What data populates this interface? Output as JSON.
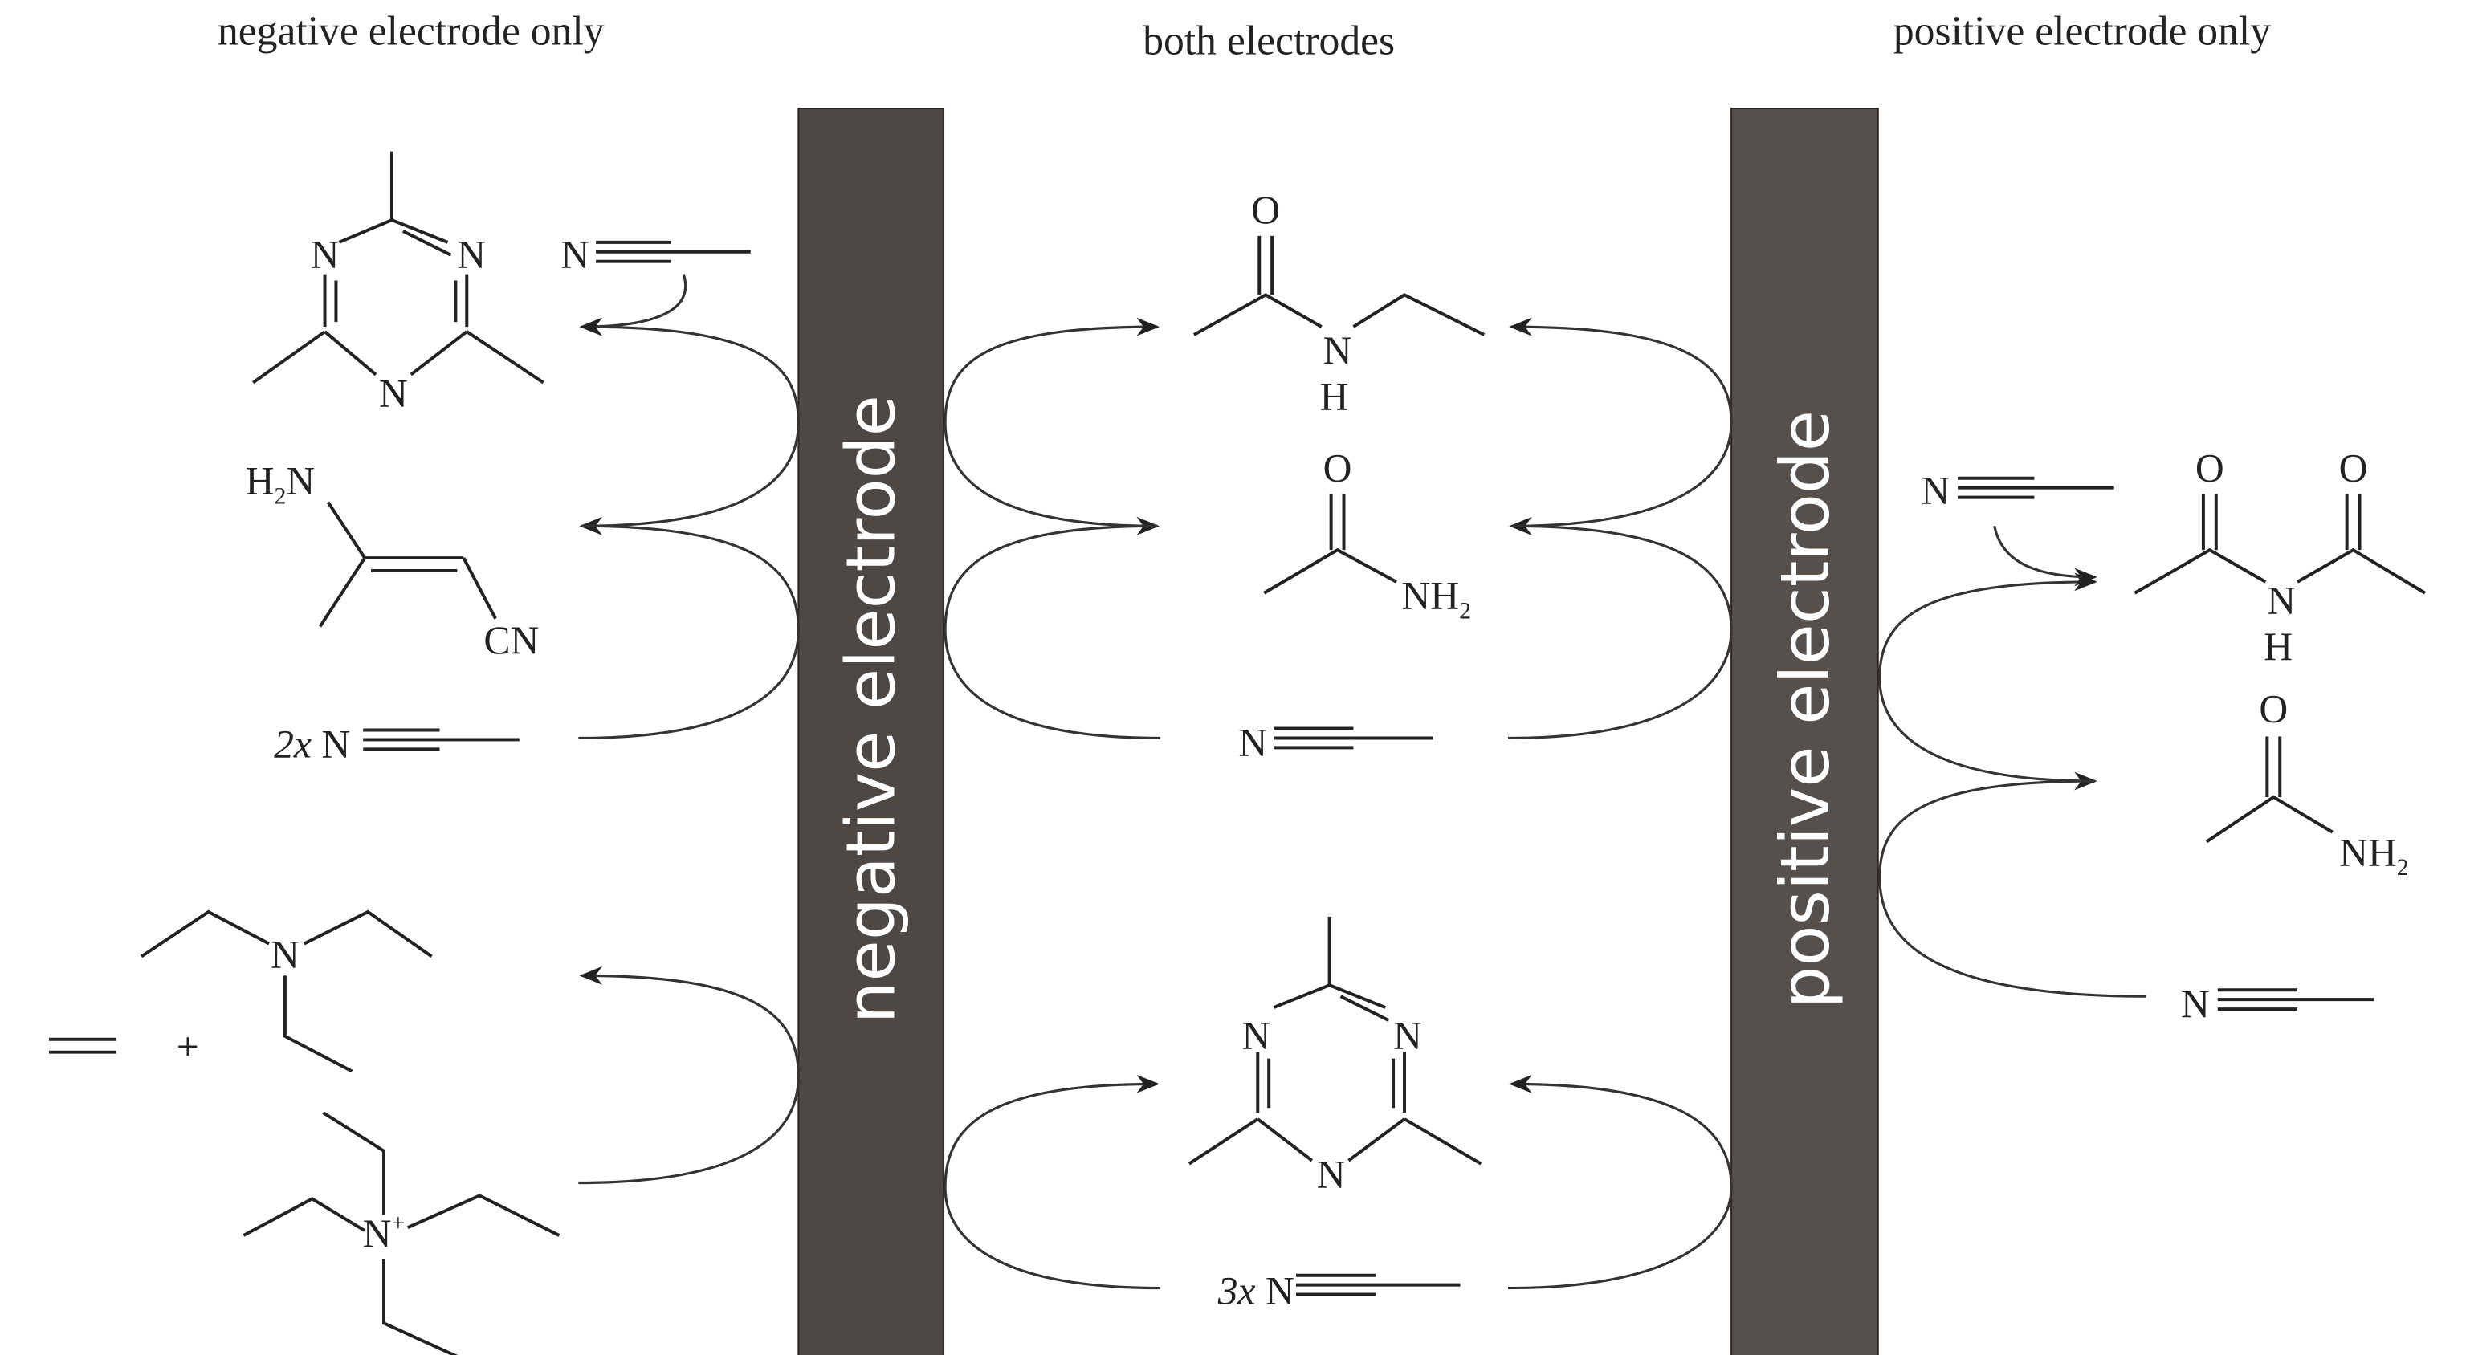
{
  "headers": {
    "left": "negative electrode only",
    "middle": "both electrodes",
    "right": "positive electrode only"
  },
  "electrodes": {
    "negative": "negative electrode",
    "positive": "positive electrode",
    "color": "#4e4844"
  },
  "atoms": {
    "N": "N",
    "O": "O",
    "H": "H",
    "NH": "NH",
    "H2N": "H",
    "two": "2",
    "CN": "CN",
    "NH2": "NH",
    "plus": "+",
    "Nplus": "N",
    "charge": "+"
  },
  "multipliers": {
    "two": "2x",
    "three": "3x"
  }
}
